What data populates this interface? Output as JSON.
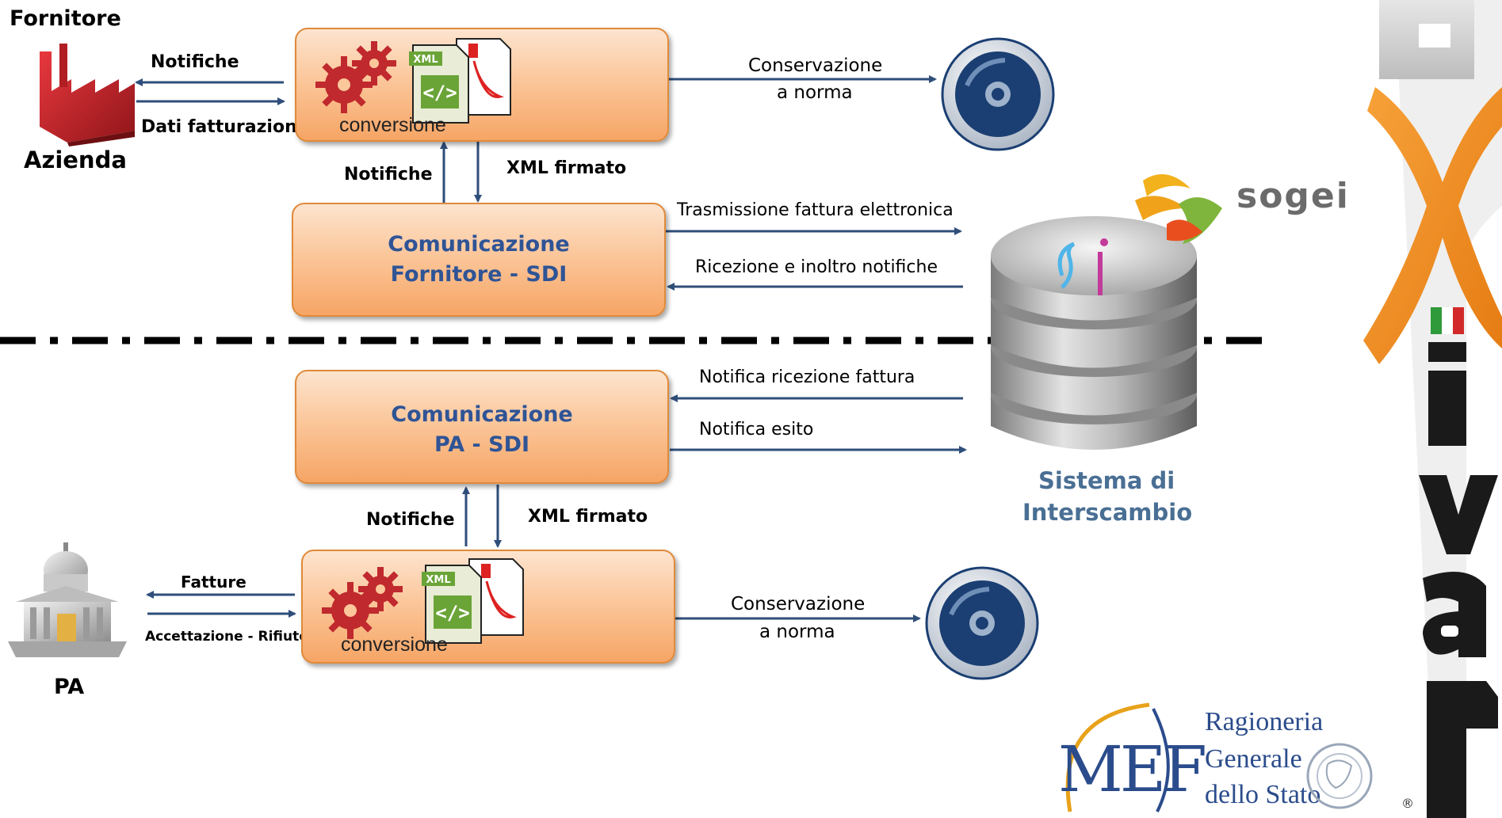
{
  "top": {
    "supplier_title": "Fornitore",
    "company_label": "Azienda",
    "arrow_notifiche": "Notifiche",
    "arrow_dati": "Dati fatturazione",
    "conversion_label": "conversione",
    "xml_badge": "XML",
    "conservazione_line1": "Conservazione",
    "conservazione_line2": "a norma",
    "vertical_notifiche": "Notifiche",
    "vertical_xml": "XML firmato",
    "comm_line1": "Comunicazione",
    "comm_line2": "Fornitore - SDI",
    "trasmissione": "Trasmissione fattura elettronica",
    "ricezione": "Ricezione e inoltro notifiche"
  },
  "bottom": {
    "comm_line1": "Comunicazione",
    "comm_line2": "PA - SDI",
    "notifica_ricezione": "Notifica ricezione fattura",
    "notifica_esito": "Notifica esito",
    "vertical_notifiche": "Notifiche",
    "vertical_xml": "XML firmato",
    "arrow_fatture": "Fatture",
    "arrow_accettazione": "Accettazione - Rifiuto",
    "conversion_label": "conversione",
    "xml_badge": "XML",
    "conservazione_line1": "Conservazione",
    "conservazione_line2": "a norma",
    "pa_label": "PA"
  },
  "sdi": {
    "title_line1": "Sistema di",
    "title_line2": "Interscambio",
    "sogei_logo": "sogei"
  },
  "logos": {
    "mef": "MEF",
    "ragioneria_line1": "Ragioneria",
    "ragioneria_line2": "Generale",
    "ragioneria_line3": "dello Stato",
    "brand_letters": [
      "R",
      "X",
      "i",
      "v",
      "a",
      "r"
    ],
    "registered": "®"
  },
  "colors": {
    "arrow": "#2f4e7a",
    "box_border": "#e08a3a",
    "box_title": "#2f5496",
    "sdi_title": "#4a6f94",
    "factory_red": "#c8262c",
    "disc_blue": "#1b3f73"
  }
}
